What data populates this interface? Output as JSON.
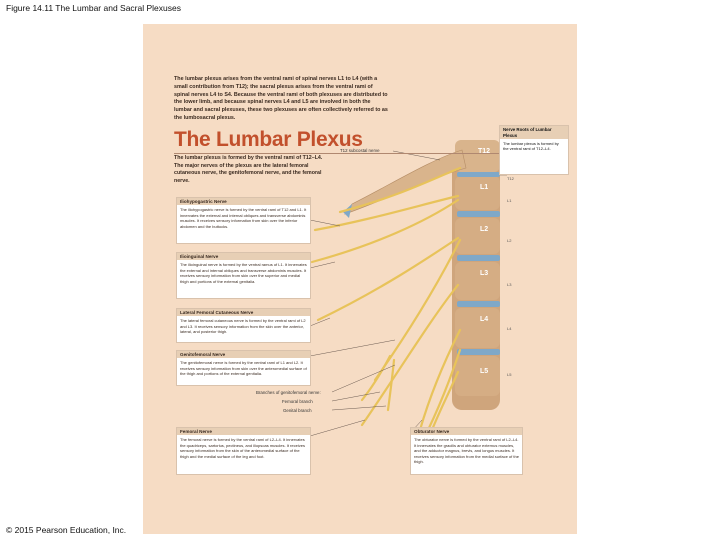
{
  "figure_title": "Figure 14.11 The Lumbar and Sacral Plexuses",
  "copyright": "© 2015 Pearson Education, Inc.",
  "intro_text": "The lumbar plexus arises from the ventral rami of spinal nerves L1 to L4 (with a small contribution from T12); the sacral plexus arises from the ventral rami of spinal nerves L4 to S4. Because the ventral rami of both plexuses are distributed to the lower limb, and because spinal nerves L4 and L5 are involved in both the lumbar and sacral plexuses, these two plexuses are often collectively referred to as the lumbosacral plexus.",
  "heading": "The Lumbar Plexus",
  "lead_text": "The lumbar plexus is formed by the ventral rami of T12–L4. The major nerves of the plexus are the lateral femoral cutaneous nerve, the genitofemoral nerve, and the femoral nerve.",
  "nerve_roots_box": {
    "title": "Nerve Roots of Lumbar Plexus",
    "body": "The lumbar plexus is formed by the ventral rami of T12–L4."
  },
  "subcostal_label": "T12 subcostal nerve",
  "vertebra_labels": [
    "T12",
    "L1",
    "L2",
    "L3",
    "L4",
    "L5"
  ],
  "root_labels": [
    "T12",
    "L1",
    "L2",
    "L3",
    "L4",
    "L5"
  ],
  "boxes": {
    "iliohypogastric": {
      "title": "Iliohypogastric Nerve",
      "body": "The iliohypogastric nerve is formed by the ventral rami of T12 and L1. It innervates the external and internal obliques and transverse abdominis muscles. It receives sensory information from skin over the inferior abdomen and the buttocks."
    },
    "ilioinguinal": {
      "title": "Ilioinguinal Nerve",
      "body": "The ilioinguinal nerve is formed by the ventral ramus of L1. It innervates the external and internal obliques and transverse abdominis muscles. It receives sensory information from skin over the superior and medial thigh and portions of the external genitalia."
    },
    "lateral_femoral": {
      "title": "Lateral Femoral Cutaneous Nerve",
      "body": "The lateral femoral cutaneous nerve is formed by the ventral rami of L2 and L3. It receives sensory information from the skin over the anterior, lateral, and posterior thigh."
    },
    "genitofemoral": {
      "title": "Genitofemoral Nerve",
      "body": "The genitofemoral nerve is formed by the ventral rami of L1 and L2. It receives sensory information from skin over the anteromedial surface of the thigh and portions of the external genitalia."
    },
    "femoral": {
      "title": "Femoral Nerve",
      "body": "The femoral nerve is formed by the ventral rami of L2–L4. It innervates the quadriceps, sartorius, pectineus, and iliopsoas muscles. It receives sensory information from the skin of the anteromedial surface of the thigh and the medial surface of the leg and foot."
    },
    "obturator": {
      "title": "Obturator Nerve",
      "body": "The obturator nerve is formed by the ventral rami of L2–L4. It innervates the gracilis and obturator externus muscles, and the adductor magnus, brevis, and longus muscles. It receives sensory information from the medial surface of the thigh."
    }
  },
  "branch_labels": {
    "branches": "Branches of genitofemoral nerve:",
    "femoral_branch": "Femoral branch",
    "genital_branch": "Genital branch"
  },
  "colors": {
    "panel": "#f6dcc4",
    "nerve": "#e8c35a",
    "bone": "#cfa57c",
    "disc": "#7fa8c8",
    "heading": "#c2502c"
  }
}
